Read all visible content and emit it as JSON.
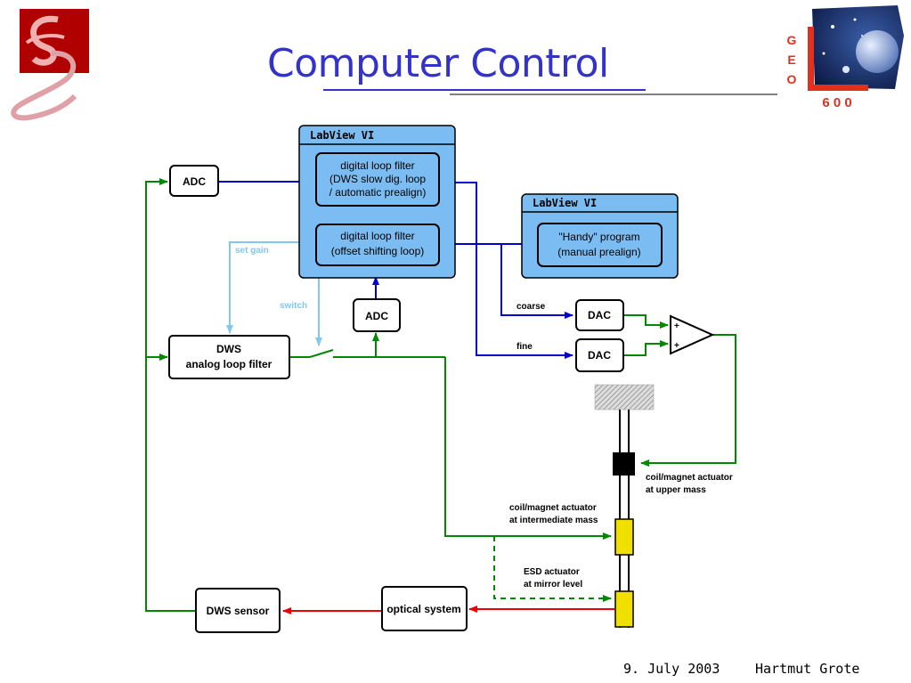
{
  "slide": {
    "title": "Computer Control",
    "footer_date": "9. July 2003",
    "footer_author": "Hartmut Grote"
  },
  "logo_right": {
    "letters": [
      "G",
      "E",
      "O"
    ],
    "number": "6 0 0"
  },
  "diagram": {
    "labview_main": {
      "title": "LabView VI",
      "filter1": [
        "digital loop filter",
        "(DWS slow dig. loop",
        "/ automatic prealign)"
      ],
      "filter2": [
        "digital loop filter",
        "(offset shifting loop)"
      ]
    },
    "labview_handy": {
      "title": "LabView VI",
      "program": [
        "\"Handy\" program",
        "(manual prealign)"
      ]
    },
    "adc_top": "ADC",
    "adc_mid": "ADC",
    "dws_filter": [
      "DWS",
      "analog loop filter"
    ],
    "dac_coarse": "DAC",
    "dac_fine": "DAC",
    "coarse_label": "coarse",
    "fine_label": "fine",
    "set_gain_label": "set gain",
    "switch_label": "switch",
    "plus1": "+",
    "plus2": "+",
    "upper_actuator": [
      "coil/magnet actuator",
      "at upper mass"
    ],
    "intermediate_actuator": [
      "coil/magnet actuator",
      "at intermediate mass"
    ],
    "esd_actuator": [
      "ESD actuator",
      "at mirror level"
    ],
    "dws_sensor": "DWS sensor",
    "optical_system": "optical system"
  },
  "colors": {
    "title": "#3333cc",
    "labview_fill": "#7bbdf2",
    "digital_path": "#0000cc",
    "analog_path": "#008800",
    "light_path": "#80c8f0",
    "optical_path": "#ee0000",
    "actuator_fill": "#f0e000",
    "logo_red": "#b00000"
  }
}
